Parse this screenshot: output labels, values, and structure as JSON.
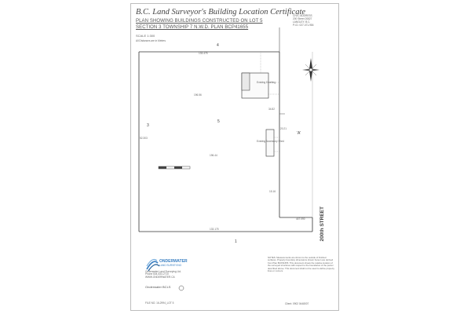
{
  "title": "B.C. Land Surveyor's Building Location Certificate",
  "plan_line1": "PLAN SHOWING BUILDINGS CONSTRUCTED ON LOT 5",
  "plan_line2": "SECTION 3 TOWNSHIP 7 N.W.D. PLAN BCP41655",
  "civic": {
    "line1": "CIVIC ADDRESS",
    "line2": "200 Street 20827",
    "line3": "LANGLEY, B.C.",
    "line4": "P.I.D. 027-471-984"
  },
  "scale": "SCALE 1:300",
  "units_note": "All Distances are in Metres",
  "lot_labels": {
    "north_lot": "4",
    "west_lot": "3",
    "south_lot": "1",
    "center_lot": "5",
    "lot_a": "'A'"
  },
  "street": "200th STREET",
  "dimensions": {
    "north": "133.475",
    "west": "52.303",
    "south": "133.175",
    "mid": "196.56",
    "mid_lower": "196.44",
    "east_upper": "34.82",
    "east_lower": "15.16",
    "east_mid": "20.21",
    "bottom_right": "447.090"
  },
  "building_labels": {
    "main": "Existing Dwelling",
    "shed": "Existing Accessory Shed"
  },
  "company": {
    "name": "ONDERWATER",
    "tagline": "LAND SURVEYING",
    "info": "Onderwater Land Surveying Ltd.\nPhone 604-533-2710\nWWW.ONDERWATER.CA"
  },
  "notes": "NOTES: Measurements are shown to the outside of finished surfaces. Property boundary dimensions shown hereon are derived from Plan BCP41655. This document shows the relative location of the surveyed structures with respect to the boundaries of the parcel described above. This document shall not be used to define property lines or corners.",
  "signature": "Onderwater  BCLS",
  "file": "FILE NO. 16-2994_LOT 5",
  "client": "Client: 0902 0448007"
}
